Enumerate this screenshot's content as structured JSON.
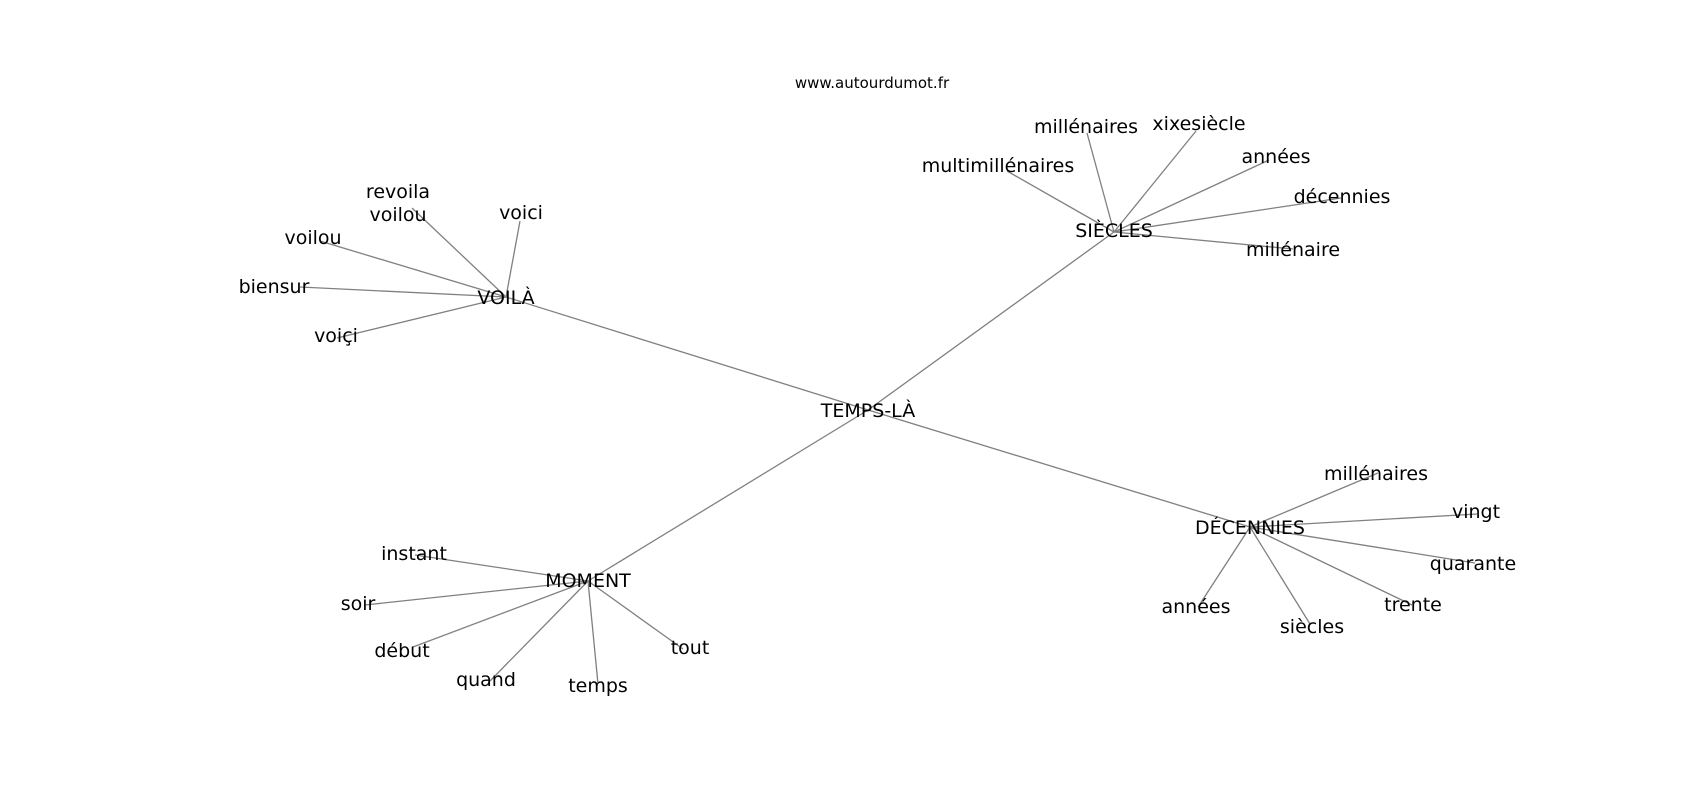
{
  "watermark": "www.autourdumot.fr",
  "graph": {
    "root": "TEMPS-LÀ",
    "hubs": {
      "voila": "VOILÀ",
      "siecles": "SIÈCLES",
      "moment": "MOMENT",
      "decennies": "DÉCENNIES"
    },
    "leaves": {
      "voila": [
        "voici",
        "revoila",
        "voilou",
        "voilou",
        "biensur",
        "voiçi"
      ],
      "siecles": [
        "millénaires",
        "xixesiècle",
        "multimillénaires",
        "années",
        "décennies",
        "millénaire"
      ],
      "moment": [
        "instant",
        "soir",
        "début",
        "quand",
        "temps",
        "tout"
      ],
      "decennies": [
        "millénaires",
        "vingt",
        "quarante",
        "trente",
        "siècles",
        "années"
      ]
    }
  }
}
